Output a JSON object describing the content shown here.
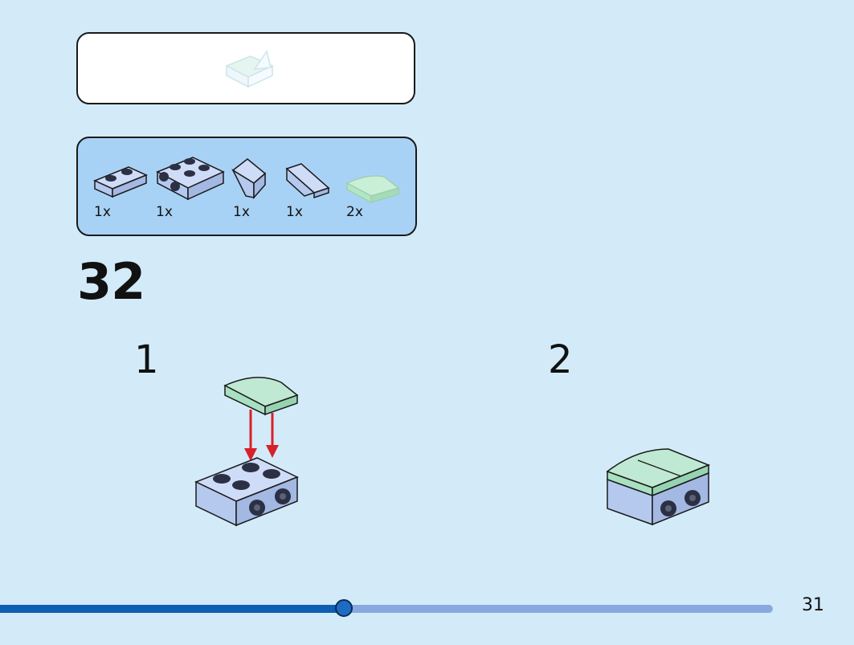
{
  "submodel_box": {
    "preview_icon": "transparent-wedge-subassembly-icon"
  },
  "parts_list": {
    "items": [
      {
        "qty": "1x",
        "icon": "plate-1x2-icon",
        "color": "#b5c9ee"
      },
      {
        "qty": "1x",
        "icon": "plate-wheel-holder-icon",
        "color": "#b5c9ee"
      },
      {
        "qty": "1x",
        "icon": "wedge-slope-left-icon",
        "color": "#b5c9ee"
      },
      {
        "qty": "1x",
        "icon": "wedge-slope-right-icon",
        "color": "#b5c9ee"
      },
      {
        "qty": "2x",
        "icon": "curved-slope-trans-green-icon",
        "color": "#bdeccd"
      }
    ]
  },
  "step": {
    "number": "32"
  },
  "substeps": [
    {
      "label": "1",
      "icon": "assembly-arrow-icon"
    },
    {
      "label": "2",
      "icon": "completed-assembly-icon"
    }
  ],
  "progress": {
    "fraction": 0.445
  },
  "page": {
    "number": "31"
  },
  "colors": {
    "background": "#d3ebf9",
    "parts_box": "#a8d2f5",
    "progress_fill": "#0d5fb4",
    "progress_track": "#88a9df",
    "arrow": "#d8202a"
  }
}
